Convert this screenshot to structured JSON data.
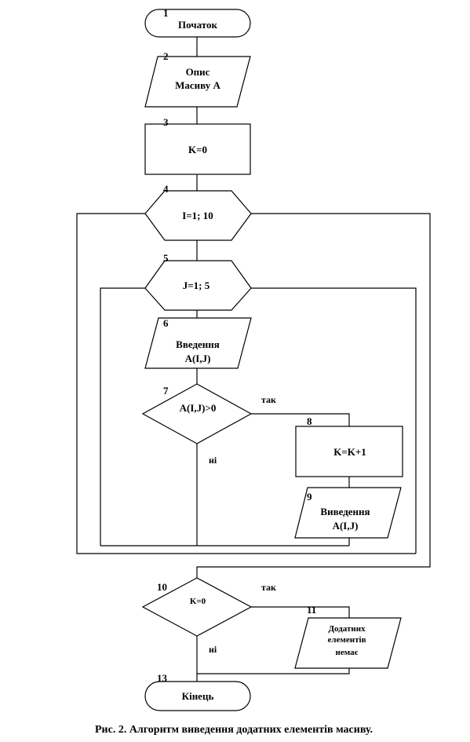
{
  "blocks": [
    {
      "number": "1",
      "lines": [
        "Початок"
      ]
    },
    {
      "number": "2",
      "lines": [
        "Опис",
        "Масиву A"
      ]
    },
    {
      "number": "3",
      "lines": [
        "K=0"
      ]
    },
    {
      "number": "4",
      "lines": [
        "I=1; 10"
      ]
    },
    {
      "number": "5",
      "lines": [
        "J=1; 5"
      ]
    },
    {
      "number": "6",
      "lines": [
        "Введення",
        "A(I,J)"
      ]
    },
    {
      "number": "7",
      "lines": [
        "A(I,J)>0"
      ]
    },
    {
      "number": "8",
      "lines": [
        "K=K+1"
      ]
    },
    {
      "number": "9",
      "lines": [
        "Виведення",
        "A(I,J)"
      ]
    },
    {
      "number": "10",
      "lines": [
        "K=0"
      ]
    },
    {
      "number": "11",
      "lines": [
        "Додатних",
        "елементів",
        "немає"
      ]
    },
    {
      "number": "13",
      "lines": [
        "Кінець"
      ]
    }
  ],
  "branches": {
    "d7_yes": "так",
    "d7_no": "ні",
    "d10_yes": "так",
    "d10_no": "ні"
  },
  "caption": "Рис.  2. Алгоритм виведення додатних елементів масиву."
}
